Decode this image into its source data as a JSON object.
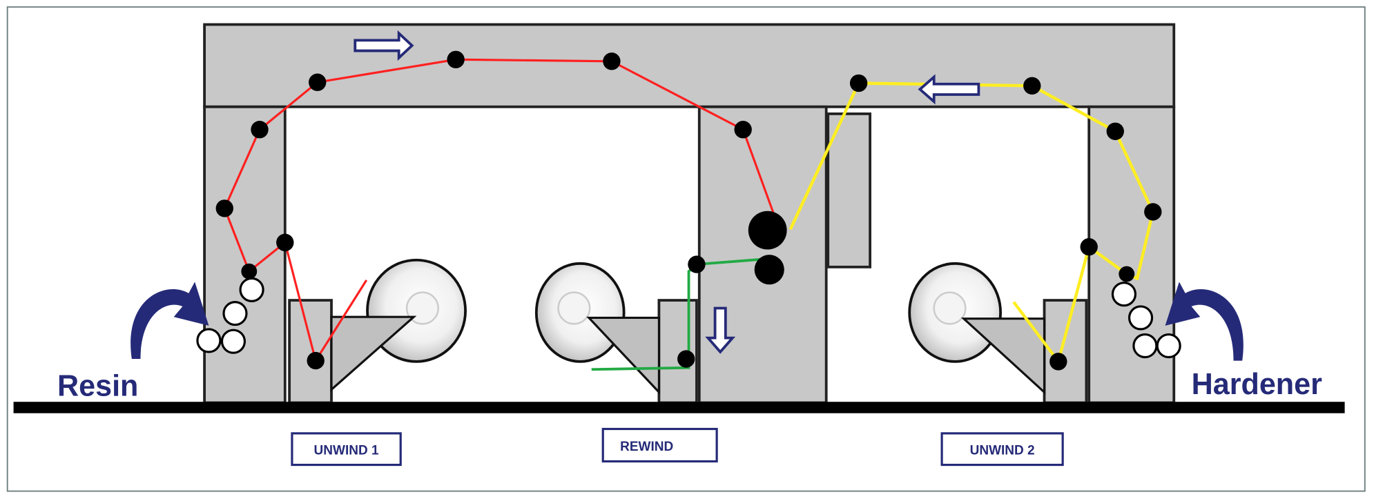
{
  "materials": {
    "left": "Resin",
    "right": "Hardener"
  },
  "stations": [
    {
      "label": "UNWIND 1"
    },
    {
      "label": "REWIND"
    },
    {
      "label": "UNWIND 2"
    }
  ],
  "colors": {
    "frame": "#c8c8c8",
    "web_resin": "#ff2020",
    "web_hardener": "#ffee22",
    "web_laminate": "#22aa44",
    "accent": "#252a78"
  }
}
